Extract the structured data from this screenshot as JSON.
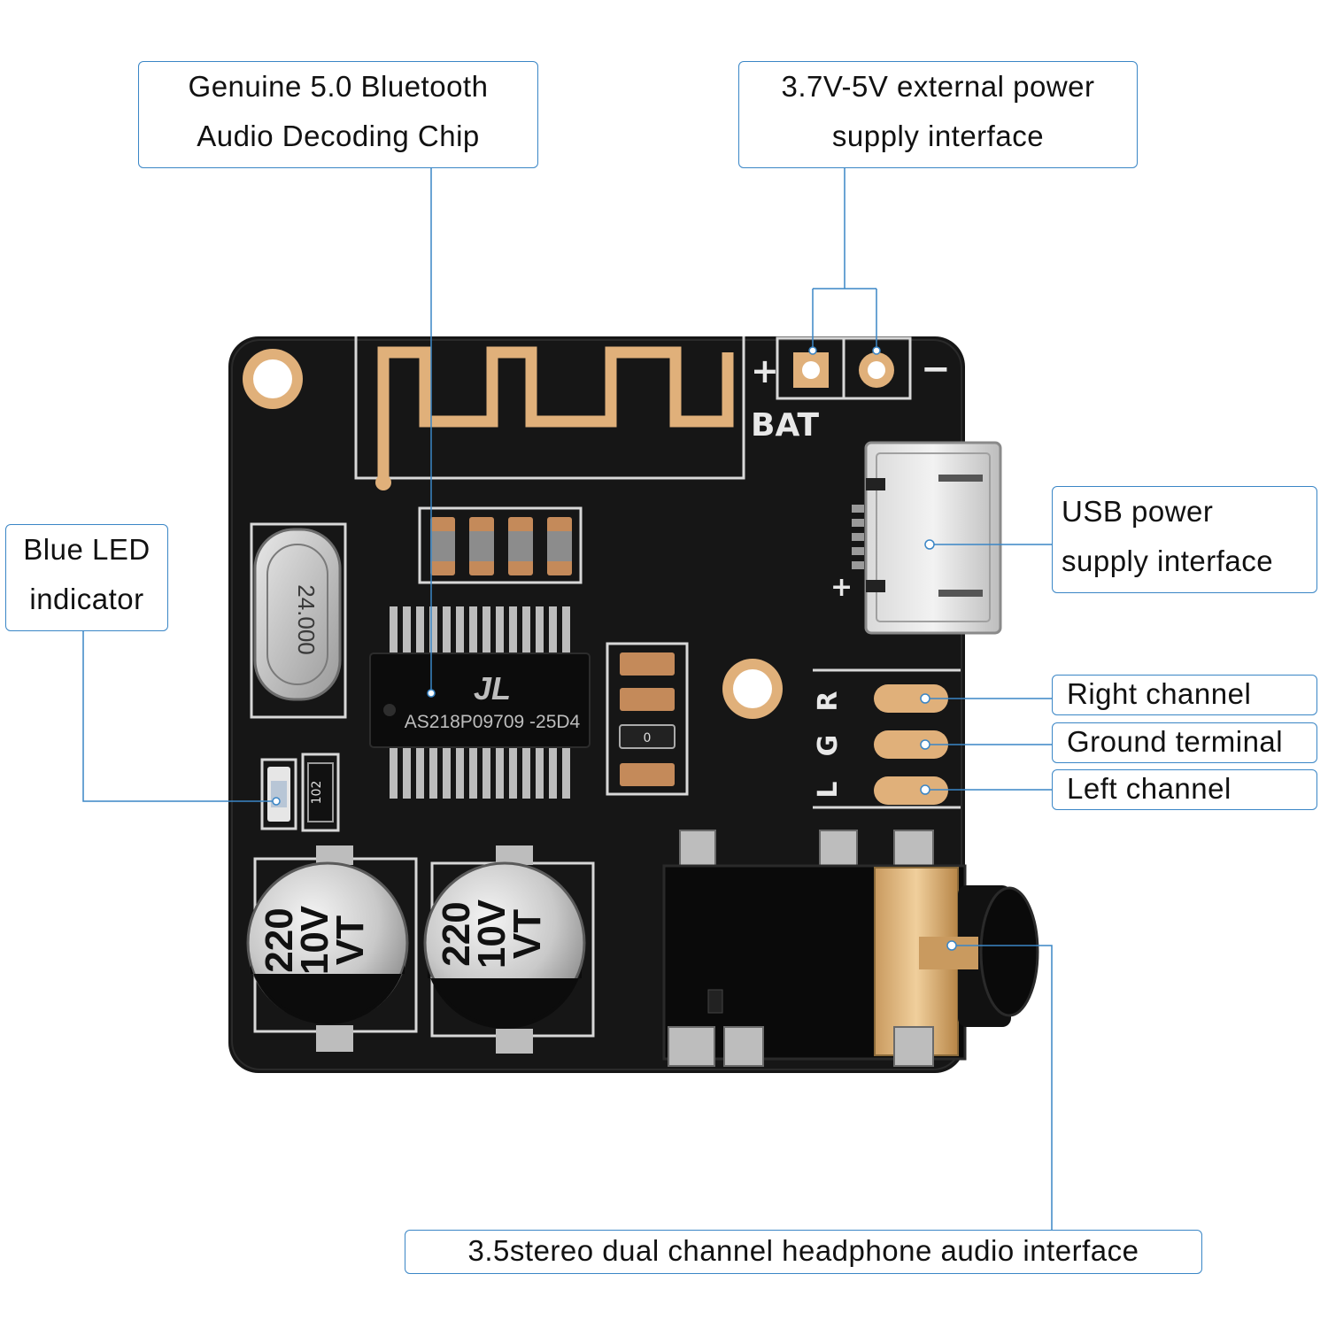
{
  "labels": {
    "chip": [
      "Genuine 5.0 Bluetooth",
      "Audio Decoding Chip"
    ],
    "power_ext": [
      "3.7V-5V external power",
      "supply interface"
    ],
    "led": [
      "Blue LED",
      "indicator"
    ],
    "usb": [
      "USB power",
      "supply interface"
    ],
    "right": "Right channel",
    "ground": "Ground terminal",
    "left": "Left channel",
    "headphone": "3.5stereo dual channel headphone audio interface"
  },
  "board": {
    "bat_label": "BAT",
    "plus": "+",
    "minus": "−",
    "chip_logo": "JL",
    "chip_marking": "AS218P09709 -25D4",
    "crystal_marking": "24.000",
    "resistor_marking": "102",
    "cap_left": [
      "220",
      "10V",
      "VT"
    ],
    "cap_right": [
      "220",
      "10V",
      "VT"
    ],
    "pin_r": "R",
    "pin_g": "G",
    "pin_l": "L",
    "res_mark_small": "0"
  },
  "colors": {
    "accent": "#3a86c6",
    "pcb": "#161616",
    "gold": "#e0b07a"
  }
}
